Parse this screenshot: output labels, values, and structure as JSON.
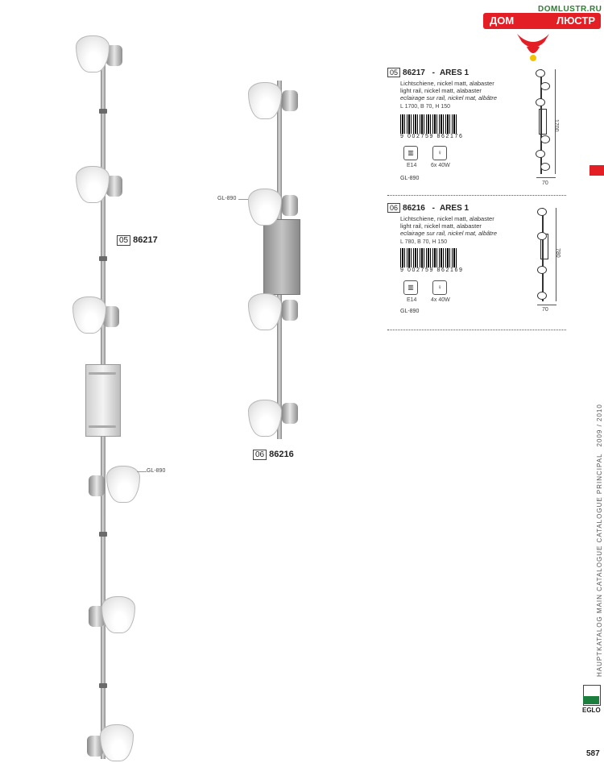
{
  "logo": {
    "url": "DOMLUSTR.RU",
    "word_left": "ДОМ",
    "word_right": "ЛЮСТР"
  },
  "products": [
    {
      "index": "05",
      "code": "86217",
      "name": "ARES 1",
      "desc_de": "Lichtschiene, nickel matt, alabaster",
      "desc_en": "light rail, nickel matt, alabaster",
      "desc_fr": "eclairage sur rail, nickel mat, albâtre",
      "dimensions": "L 1700, B 70, H 150",
      "barcode": "9 002759 862176",
      "socket": "E14",
      "power": "6x 40W",
      "accessory": "GL-890",
      "dim_height": "1700",
      "dim_width": "70"
    },
    {
      "index": "06",
      "code": "86216",
      "name": "ARES 1",
      "desc_de": "Lichtschiene, nickel matt, alabaster",
      "desc_en": "light rail, nickel matt, alabaster",
      "desc_fr": "eclairage sur rail, nickel mat, albâtre",
      "dimensions": "L 780, B 70, H 150",
      "barcode": "9 002759 862169",
      "socket": "E14",
      "power": "4x 40W",
      "accessory": "GL-890",
      "dim_height": "780",
      "dim_width": "70"
    }
  ],
  "figure_labels": {
    "gl_label_left": "GL-890",
    "gl_label_right": "GL-890",
    "tag_05_index": "05",
    "tag_05_code": "86217",
    "tag_06_index": "06",
    "tag_06_code": "86216",
    "dash": "-"
  },
  "sidebar": {
    "catalog_text": "HAUPTKATALOG   MAIN CATALOGUE   CATALOGUE PRINCIPAL",
    "year": "2009 / 2010",
    "brand": "EGLO"
  },
  "page_number": "587",
  "colors": {
    "accent_red": "#e31e24",
    "brand_green": "#1b7e3c"
  }
}
